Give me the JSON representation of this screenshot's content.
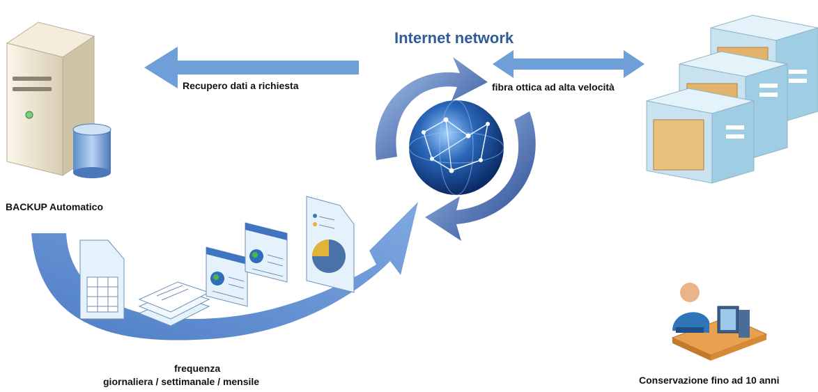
{
  "title": "Internet network",
  "labels": {
    "backup": "BACKUP Automatico",
    "recovery": "Recupero dati a richiesta",
    "fiber": "fibra ottica ad alta velocità",
    "frequency_line1": "frequenza",
    "frequency_line2": "giornaliera / settimanale / mensile",
    "retention": "Conservazione fino ad 10 anni"
  },
  "colors": {
    "arrow": "#6f9fd8",
    "arrow_dark": "#3f6fb8",
    "title": "#2e5c99",
    "server_body": "#efe6d2",
    "storage_face": "#c9e2ef",
    "globe": "#2a66b8"
  },
  "icons": [
    "server-icon",
    "database-icon",
    "globe-icon",
    "storage-boxes-icon",
    "user-workstation-icon",
    "document-icon"
  ]
}
